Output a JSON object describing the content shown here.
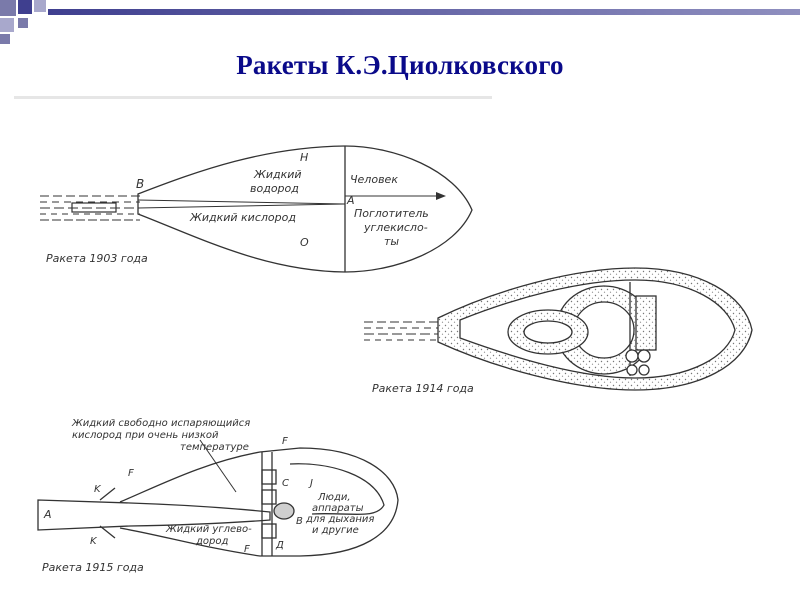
{
  "title": "Ракеты К.Э.Циолковского",
  "colors": {
    "title": "#0a0a8a",
    "header_bar": "#3f3f8f",
    "ink": "#333333"
  },
  "rocket_1903": {
    "caption": "Ракета 1903 года",
    "B": "В",
    "H": "Н",
    "A": "А",
    "O": "О",
    "hydrogen_1": "Жидкий",
    "hydrogen_2": "водород",
    "oxygen": "Жидкий кислород",
    "person": "Человек",
    "absorber_1": "Поглотитель",
    "absorber_2": "углекисло-",
    "absorber_3": "ты"
  },
  "rocket_1914": {
    "caption": "Ракета 1914 года"
  },
  "rocket_1915": {
    "caption": "Ракета 1915 года",
    "oxygen_note_1": "Жидкий свободно испаряющийся",
    "oxygen_note_2": "кислород при очень низкой",
    "oxygen_note_3": "температуре",
    "F_top": "F",
    "F_left": "F",
    "F_bottom": "F",
    "K_top": "K",
    "K_bottom": "K",
    "A": "A",
    "C": "С",
    "J": "Ј",
    "B": "В",
    "D": "Д",
    "people_1": "Люди,",
    "people_2": "аппараты",
    "people_3": "для дыхания",
    "people_4": "и другие",
    "hydrocarbon_1": "Жидкий углево-",
    "hydrocarbon_2": "дород"
  }
}
